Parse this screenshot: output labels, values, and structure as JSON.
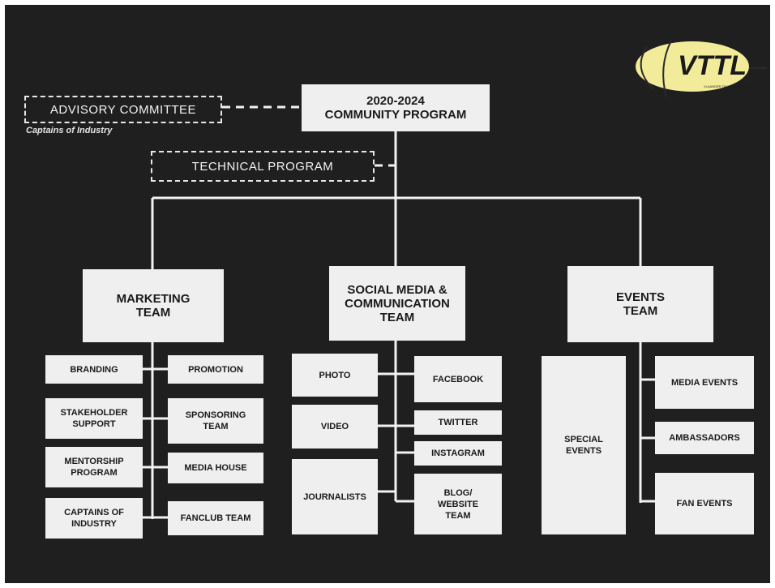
{
  "logo": {
    "text": "VTTL",
    "subtext": "VLAANDER TAFELTENNIS LIGA",
    "colors": {
      "oval": "#f2ec9a",
      "text": "#1a1a1a"
    }
  },
  "root": "2020-2024\nCOMMUNITY PROGRAM",
  "advisory": {
    "label": "ADVISORY COMMITTEE",
    "caption": "Captains of Industry"
  },
  "technical": "TECHNICAL PROGRAM",
  "teams": {
    "marketing": {
      "title": "MARKETING\nTEAM",
      "left": [
        "BRANDING",
        "STAKEHOLDER\nSUPPORT",
        "MENTORSHIP\nPROGRAM",
        "CAPTAINS OF\nINDUSTRY"
      ],
      "right": [
        "PROMOTION",
        "SPONSORING\nTEAM",
        "MEDIA HOUSE",
        "FANCLUB TEAM"
      ]
    },
    "social": {
      "title": "SOCIAL MEDIA &\nCOMMUNICATION\nTEAM",
      "left": [
        "PHOTO",
        "VIDEO",
        "JOURNALISTS"
      ],
      "right": [
        "FACEBOOK",
        "TWITTER",
        "INSTAGRAM",
        "BLOG/\nWEBSITE\nTEAM"
      ]
    },
    "events": {
      "title": "EVENTS\nTEAM",
      "left": [
        "SPECIAL\nEVENTS"
      ],
      "right": [
        "MEDIA EVENTS",
        "AMBASSADORS",
        "FAN EVENTS"
      ]
    }
  },
  "colors": {
    "background": "#1f1f1f",
    "box": "#efefef",
    "line": "#f2f2f2"
  }
}
